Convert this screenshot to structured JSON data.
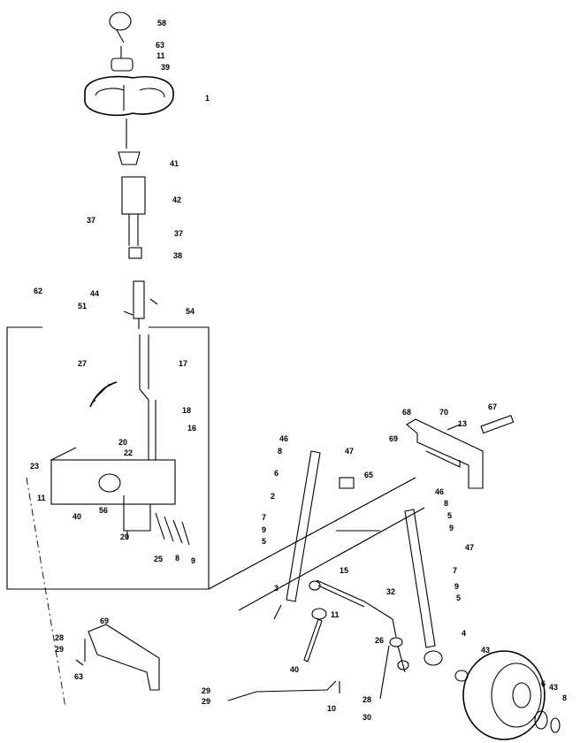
{
  "labels": {
    "l58": "58",
    "l63a": "63",
    "l11a": "11",
    "l39": "39",
    "l1": "1",
    "l41": "41",
    "l42": "42",
    "l37a": "37",
    "l37b": "37",
    "l38": "38",
    "l62": "62",
    "l44": "44",
    "l51": "51",
    "l54": "54",
    "l27": "27",
    "l17": "17",
    "l18": "18",
    "l16": "16",
    "l20a": "20",
    "l22": "22",
    "l23": "23",
    "l11b": "11",
    "l40a": "40",
    "l56": "56",
    "l20b": "20",
    "l25": "25",
    "l8a": "8",
    "l9a": "9",
    "l46a": "46",
    "l8b": "8",
    "l6a": "6",
    "l2": "2",
    "l7a": "7",
    "l9b": "9",
    "l5a": "5",
    "l47a": "47",
    "l69a": "69",
    "l65": "65",
    "l15": "15",
    "l68": "68",
    "l70": "70",
    "l13": "13",
    "l67": "67",
    "l46b": "46",
    "l8c": "8",
    "l5b": "5",
    "l9c": "9",
    "l47b": "47",
    "l7b": "7",
    "l9d": "9",
    "l5c": "5",
    "l4": "4",
    "l3": "3",
    "l32": "32",
    "l11c": "11",
    "l26": "26",
    "l40b": "40",
    "l10": "10",
    "l28": "28",
    "l30": "30",
    "l69b": "69",
    "l28b": "28",
    "l29a": "29",
    "l63b": "63",
    "l29b": "29",
    "l29c": "29",
    "l43a": "43",
    "l43b": "43",
    "l6b": "6",
    "l8d": "8"
  }
}
